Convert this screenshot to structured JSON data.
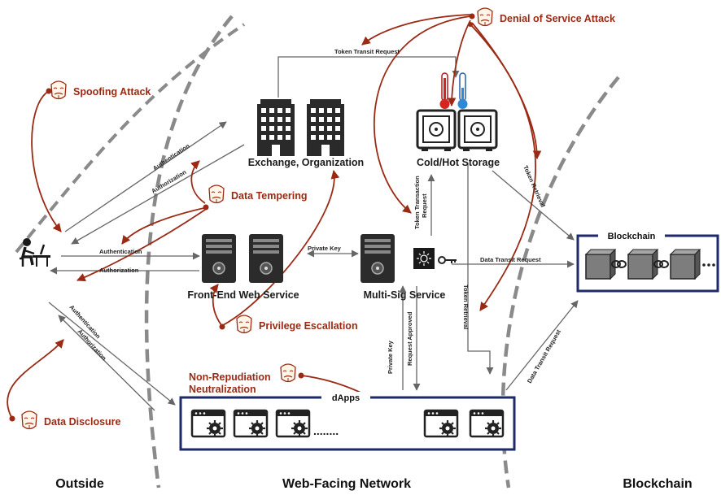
{
  "zones": {
    "outside": "Outside",
    "web_facing": "Web-Facing Network",
    "blockchain": "Blockchain"
  },
  "nodes": {
    "exchange": "Exchange, Organization",
    "storage": "Cold/Hot Storage",
    "frontend": "Front-End Web Service",
    "multisig": "Multi-Sig Service",
    "blockchain_box": "Blockchain",
    "dapps": "dApps"
  },
  "attacks": {
    "spoofing": "Spoofing Attack",
    "data_tampering": "Data Tempering",
    "dos": "Denial of Service Attack",
    "privilege": "Privilege Escallation",
    "non_repudiation_1": "Non-Repudiation",
    "non_repudiation_2": "Neutralization",
    "data_disclosure": "Data Disclosure"
  },
  "edges": {
    "token_transit_request": "Token Transit Request",
    "authentication": "Authentication",
    "authorization": "Authorization",
    "private_key": "Private Key",
    "token_transaction_request_1": "Token Transaction",
    "token_transaction_request_2": "Request",
    "token_retrieval": "Token Retrieval",
    "data_transit_request": "Data Transit Request",
    "request_approved": "Request Approved",
    "dots": "........"
  },
  "colors": {
    "attack": "#9a2a14",
    "box_border": "#1f2a6b",
    "arrow": "#555555"
  }
}
